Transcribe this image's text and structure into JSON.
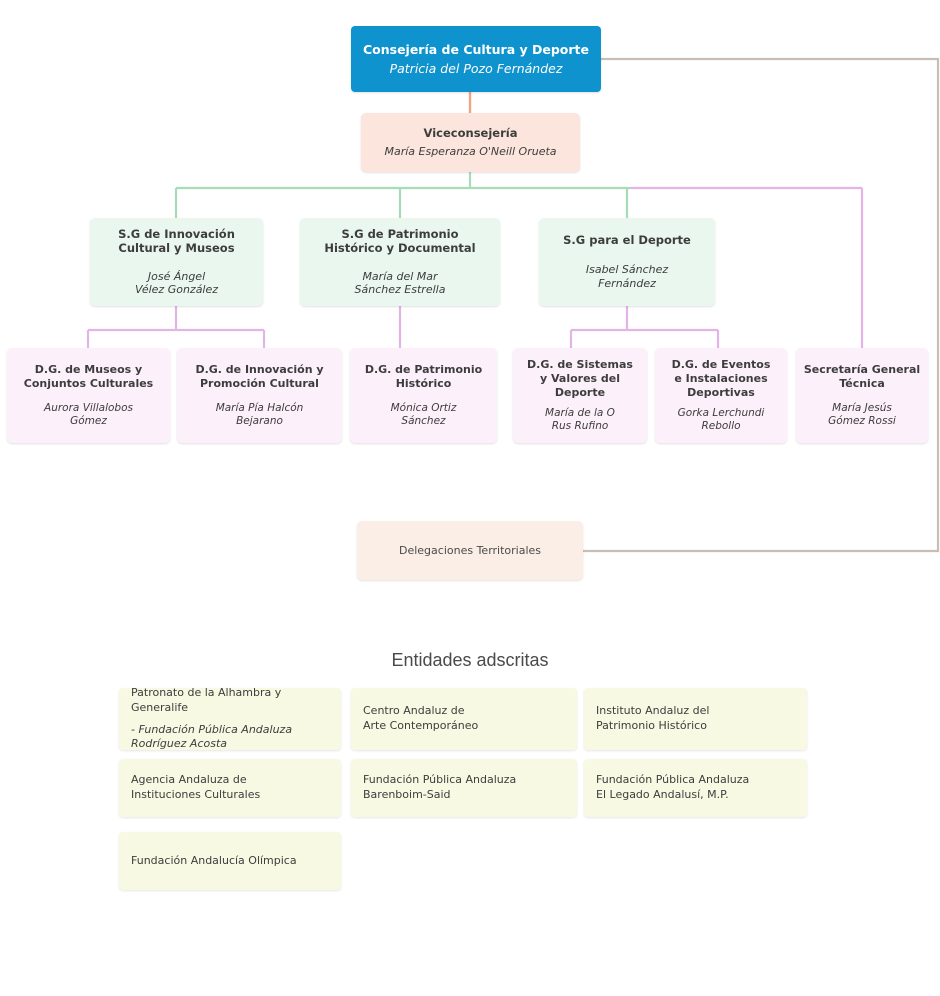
{
  "chart_data": {
    "type": "diagram",
    "title": "Organigrama Consejería de Cultura y Deporte",
    "levels": [
      "consejeria",
      "viceconsejeria",
      "secretarias-generales",
      "direcciones-generales",
      "delegaciones",
      "entidades-adscritas"
    ]
  },
  "colors": {
    "consejeria_bg": "#0e93ce",
    "consejeria_text": "#ffffff",
    "vice_bg": "#fbe5dc",
    "sg_bg": "#eaf7ee",
    "dg_bg": "#fcf0fa",
    "deleg_bg": "#fbeee7",
    "entity_bg": "#f7f9e3",
    "connector_green": "#a8dcb6",
    "connector_pink": "#e4b4e8",
    "connector_orange": "#f0a585",
    "connector_brown": "#c8beb4",
    "text_dark": "#3d3d3d"
  },
  "consejeria": {
    "title": "Consejería de Cultura y Deporte",
    "person": "Patricia del Pozo Fernández"
  },
  "viceconsejeria": {
    "title": "Viceconsejería",
    "person": "María Esperanza O'Neill Orueta"
  },
  "secretarias_generales": [
    {
      "title": "S.G de Innovación\nCultural y Museos",
      "person": "José Ángel\nVélez González"
    },
    {
      "title": "S.G de Patrimonio\nHistórico y Documental",
      "person": "María del Mar\nSánchez Estrella"
    },
    {
      "title": "S.G para el Deporte",
      "person": "Isabel Sánchez\nFernández"
    }
  ],
  "direcciones_generales": [
    {
      "title": "D.G. de Museos y\nConjuntos Culturales",
      "person": "Aurora Villalobos\nGómez"
    },
    {
      "title": "D.G. de Innovación y\nPromoción Cultural",
      "person": "María Pía Halcón\nBejarano"
    },
    {
      "title": "D.G. de Patrimonio\nHistórico",
      "person": "Mónica Ortiz\nSánchez"
    },
    {
      "title": "D.G. de Sistemas\ny Valores del\nDeporte",
      "person": "María de la O\nRus Rufino"
    },
    {
      "title": "D.G. de Eventos\ne Instalaciones\nDeportivas",
      "person": "Gorka Lerchundi\nRebollo"
    },
    {
      "title": "Secretaría General\nTécnica",
      "person": "María Jesús\nGómez Rossi"
    }
  ],
  "delegaciones": {
    "title": "Delegaciones Territoriales"
  },
  "entidades_adscritas": {
    "heading": "Entidades adscritas",
    "items": [
      {
        "name": "Patronato de la Alhambra y Generalife",
        "sub": "- Fundación Pública Andaluza\nRodríguez Acosta"
      },
      {
        "name": "Centro Andaluz de\nArte Contemporáneo",
        "sub": ""
      },
      {
        "name": "Instituto Andaluz del\nPatrimonio Histórico",
        "sub": ""
      },
      {
        "name": "Agencia Andaluza de\nInstituciones Culturales",
        "sub": ""
      },
      {
        "name": "Fundación Pública Andaluza\nBarenboim-Said",
        "sub": ""
      },
      {
        "name": "Fundación Pública Andaluza\nEl Legado Andalusí, M.P.",
        "sub": ""
      },
      {
        "name": "Fundación Andalucía Olímpica",
        "sub": ""
      }
    ]
  }
}
